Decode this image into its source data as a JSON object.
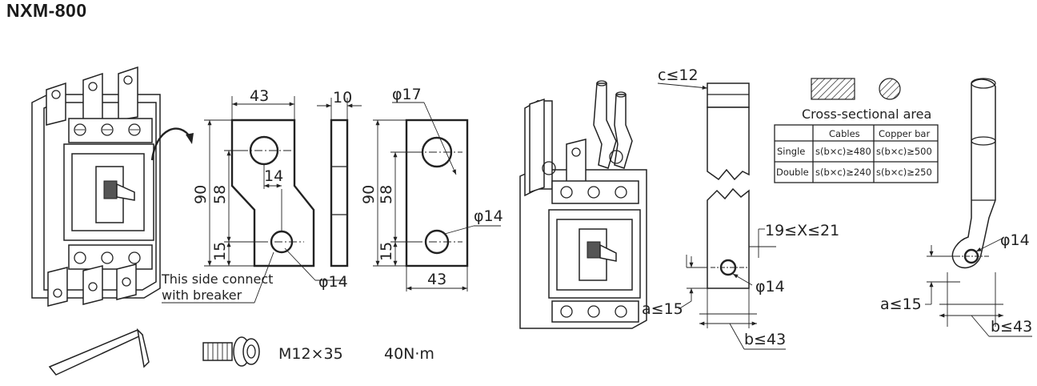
{
  "title": "NXM-800",
  "plate_left": {
    "width": "43",
    "height_total": "90",
    "height_inner": "58",
    "offset": "14",
    "bottom": "15",
    "hole": "φ14"
  },
  "plate_side": {
    "thickness": "10"
  },
  "plate_right": {
    "hole_top": "φ17",
    "height_total": "90",
    "height_inner": "58",
    "bottom": "15",
    "hole_bottom": "φ14",
    "width": "43"
  },
  "note": {
    "line1": "This side connect",
    "line2": "with breaker"
  },
  "hardware": {
    "bolt": "M12×35",
    "torque": "40N·m"
  },
  "bar_detail": {
    "c": "c≤12",
    "x": "19≤X≤21",
    "hole": "φ14",
    "a": "a≤15",
    "b": "b≤43"
  },
  "cable_detail": {
    "hole": "φ14",
    "a": "a≤15",
    "b": "b≤43"
  },
  "table": {
    "caption": "Cross-sectional area",
    "col_cables": "Cables",
    "col_copper": "Copper bar",
    "row_single": "Single",
    "row_double": "Double",
    "single_cables": "s(b×c)≥480",
    "single_copper": "s(b×c)≥500",
    "double_cables": "s(b×c)≥240",
    "double_copper": "s(b×c)≥250"
  }
}
